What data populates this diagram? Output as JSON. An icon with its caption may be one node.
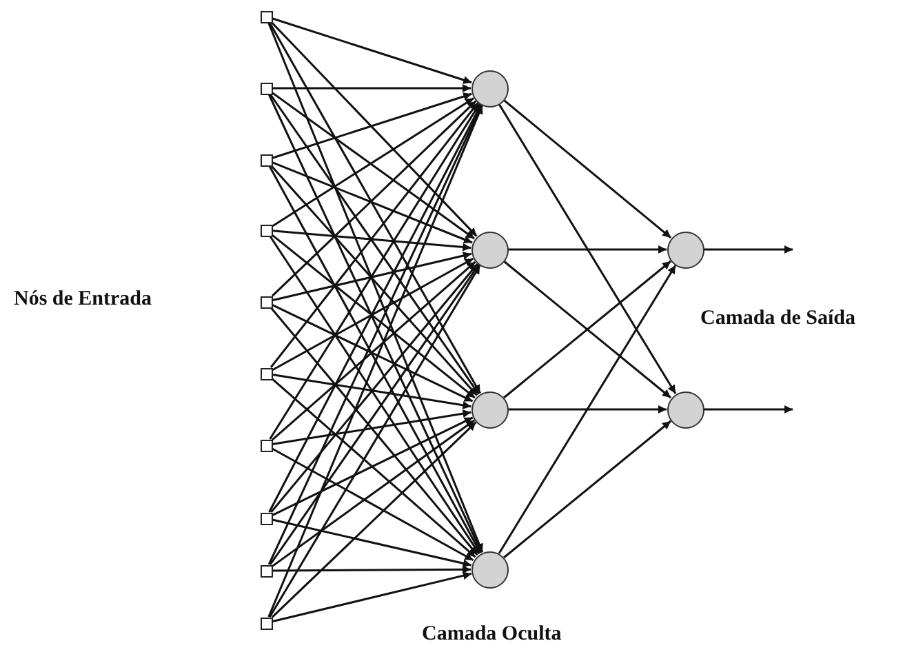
{
  "diagram": {
    "nodes": [
      {
        "text": [],
        "shape": "box"
      },
      {
        "text": [],
        "shape": "box"
      },
      {
        "text": [],
        "shape": "box"
      },
      {
        "text": [],
        "shape": "box"
      },
      {
        "text": [],
        "shape": "box"
      },
      {
        "text": [],
        "shape": "box"
      },
      {
        "text": [],
        "shape": "box"
      },
      {
        "text": [],
        "shape": "box"
      },
      {
        "text": [],
        "shape": "box"
      },
      {
        "text": [],
        "shape": "box"
      },
      {
        "text": [],
        "shape": "circle"
      },
      {
        "text": [],
        "shape": "circle"
      },
      {
        "text": [],
        "shape": "circle"
      },
      {
        "text": [],
        "shape": "circle"
      },
      {
        "text": [],
        "shape": "circle"
      },
      {
        "text": [],
        "shape": "circle"
      }
    ],
    "edges": [
      {
        "from": 0,
        "to": 10,
        "arrow": "to"
      },
      {
        "from": 0,
        "to": 11,
        "arrow": "to"
      },
      {
        "from": 0,
        "to": 12,
        "arrow": "to"
      },
      {
        "from": 0,
        "to": 13,
        "arrow": "to"
      },
      {
        "from": 1,
        "to": 10,
        "arrow": "to"
      },
      {
        "from": 1,
        "to": 11,
        "arrow": "to"
      },
      {
        "from": 1,
        "to": 12,
        "arrow": "to"
      },
      {
        "from": 1,
        "to": 13,
        "arrow": "to"
      },
      {
        "from": 2,
        "to": 10,
        "arrow": "to"
      },
      {
        "from": 2,
        "to": 11,
        "arrow": "to"
      },
      {
        "from": 2,
        "to": 12,
        "arrow": "to"
      },
      {
        "from": 2,
        "to": 13,
        "arrow": "to"
      },
      {
        "from": 3,
        "to": 10,
        "arrow": "to"
      },
      {
        "from": 3,
        "to": 11,
        "arrow": "to"
      },
      {
        "from": 3,
        "to": 12,
        "arrow": "to"
      },
      {
        "from": 3,
        "to": 13,
        "arrow": "to"
      },
      {
        "from": 4,
        "to": 10,
        "arrow": "to"
      },
      {
        "from": 4,
        "to": 11,
        "arrow": "to"
      },
      {
        "from": 4,
        "to": 12,
        "arrow": "to"
      },
      {
        "from": 4,
        "to": 13,
        "arrow": "to"
      },
      {
        "from": 5,
        "to": 10,
        "arrow": "to"
      },
      {
        "from": 5,
        "to": 11,
        "arrow": "to"
      },
      {
        "from": 5,
        "to": 12,
        "arrow": "to"
      },
      {
        "from": 5,
        "to": 13,
        "arrow": "to"
      },
      {
        "from": 6,
        "to": 10,
        "arrow": "to"
      },
      {
        "from": 6,
        "to": 11,
        "arrow": "to"
      },
      {
        "from": 6,
        "to": 12,
        "arrow": "to"
      },
      {
        "from": 6,
        "to": 13,
        "arrow": "to"
      },
      {
        "from": 7,
        "to": 10,
        "arrow": "to"
      },
      {
        "from": 7,
        "to": 11,
        "arrow": "to"
      },
      {
        "from": 7,
        "to": 12,
        "arrow": "to"
      },
      {
        "from": 7,
        "to": 13,
        "arrow": "to"
      },
      {
        "from": 8,
        "to": 10,
        "arrow": "to"
      },
      {
        "from": 8,
        "to": 11,
        "arrow": "to"
      },
      {
        "from": 8,
        "to": 12,
        "arrow": "to"
      },
      {
        "from": 8,
        "to": 13,
        "arrow": "to"
      },
      {
        "from": 9,
        "to": 10,
        "arrow": "to"
      },
      {
        "from": 9,
        "to": 11,
        "arrow": "to"
      },
      {
        "from": 9,
        "to": 12,
        "arrow": "to"
      },
      {
        "from": 9,
        "to": 13,
        "arrow": "to"
      },
      {
        "from": 10,
        "to": 14,
        "arrow": "to"
      },
      {
        "from": 10,
        "to": 15,
        "arrow": "to"
      },
      {
        "from": 11,
        "to": 14,
        "arrow": "to"
      },
      {
        "from": 11,
        "to": 15,
        "arrow": "to"
      },
      {
        "from": 12,
        "to": 14,
        "arrow": "to"
      },
      {
        "from": 12,
        "to": 15,
        "arrow": "to"
      },
      {
        "from": 13,
        "to": 14,
        "arrow": "to"
      },
      {
        "from": 13,
        "to": 15,
        "arrow": "to"
      },
      {
        "from": 14,
        "to": null,
        "arrow": "to"
      },
      {
        "from": 15,
        "to": null,
        "arrow": "to"
      }
    ],
    "labels": [
      "Nós de Entrada",
      "Camada de Saída",
      "Camada Oculta"
    ]
  }
}
